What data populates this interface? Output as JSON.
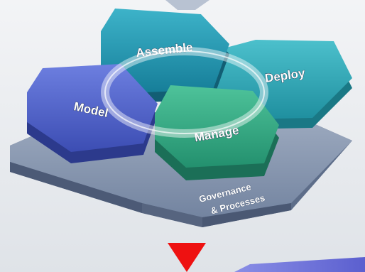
{
  "diagram": {
    "hexagons": [
      {
        "id": "assemble",
        "label": "Assemble",
        "color": "#1f8ea8"
      },
      {
        "id": "deploy",
        "label": "Deploy",
        "color": "#2aa3b0"
      },
      {
        "id": "model",
        "label": "Model",
        "color": "#4e61c8"
      },
      {
        "id": "manage",
        "label": "Manage",
        "color": "#31a684"
      }
    ],
    "base": {
      "label_line1": "Governance",
      "label_line2": "& Processes",
      "color": "#7e8ea8"
    },
    "arrow_color": "#ee1111",
    "footer_bar_color": "#6f72d8"
  }
}
